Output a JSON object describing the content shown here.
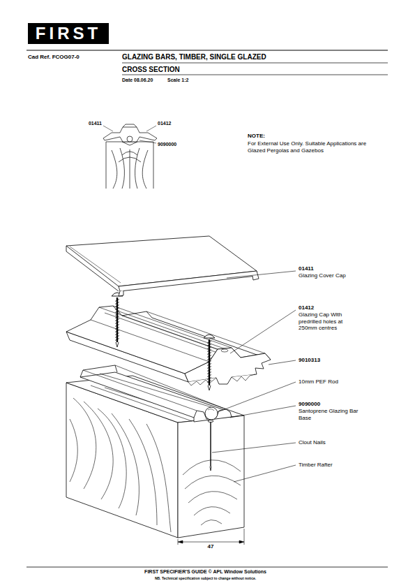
{
  "diagram": {
    "title": "GLAZING BARS, TIMBER, SINGLE GLAZED",
    "labels": [
      "FIRST",
      "Cad Ref. FCOG07-0",
      "CROSS SECTION",
      "Date 08.06.20",
      "Scale 1:2",
      "01411",
      "01412",
      "9090000",
      "NOTE:",
      "For External Use Only. Suitable Applications are Glazed Pergolas and Gazebos",
      "01411",
      "Glazing Cover Cap",
      "01412",
      "Glazing Cap With predrilled holes at 250mm centres",
      "9010313",
      "10mm PEF Rod",
      "9090000",
      "Santoprene Glazing Bar Base",
      "Clout Nails",
      "Timber Rafter",
      "47",
      "FIRST SPECIFIER'S GUIDE © APL Window Solutions",
      "NB. Technical specification subject to change without notice."
    ]
  }
}
